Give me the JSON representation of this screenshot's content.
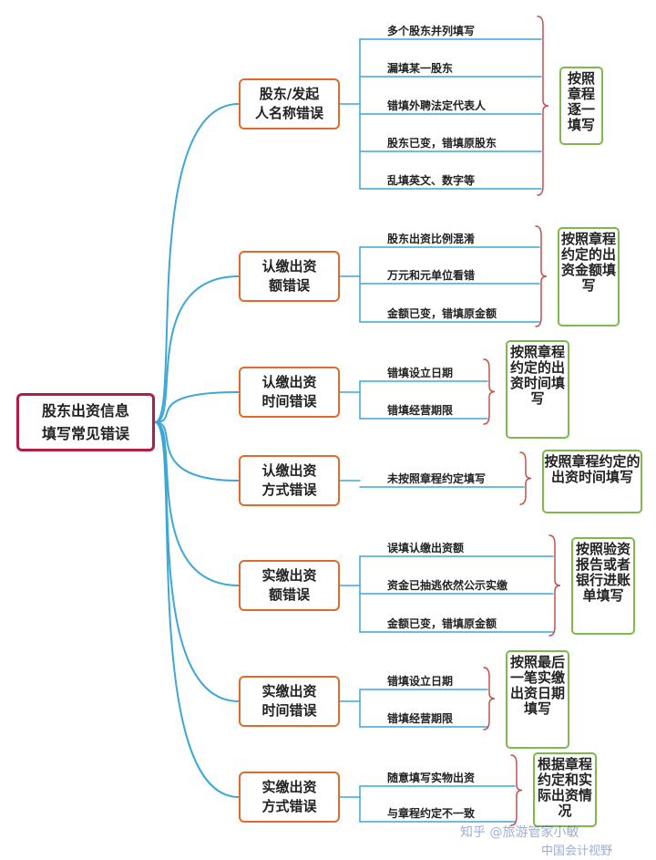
{
  "root": {
    "title_line1": "股东出资信息",
    "title_line2": "填写常见错误"
  },
  "categories": [
    {
      "line1": "股东/发起",
      "line2": "人名称错误",
      "items": [
        "多个股东并列填写",
        "漏填某一股东",
        "错填外聘法定代表人",
        "股东已变，错填原股东",
        "乱填英文、数字等"
      ],
      "note": "按照章程逐一填写"
    },
    {
      "line1": "认缴出资",
      "line2": "额错误",
      "items": [
        "股东出资比例混淆",
        "万元和元单位看错",
        "金额已变，错填原金额"
      ],
      "note": "按照章程约定的出资金额填写"
    },
    {
      "line1": "认缴出资",
      "line2": "时间错误",
      "items": [
        "错填设立日期",
        "错填经营期限"
      ],
      "note": "按照章程约定的出资时间填写"
    },
    {
      "line1": "认缴出资",
      "line2": "方式错误",
      "items": [
        "未按照章程约定填写"
      ],
      "note": "按照章程约定的出资时间填写"
    },
    {
      "line1": "实缴出资",
      "line2": "额错误",
      "items": [
        "误填认缴出资额",
        "资金已抽逃依然公示实缴",
        "金额已变，错填原金额"
      ],
      "note": "按照验资报告或者银行进账单填写"
    },
    {
      "line1": "实缴出资",
      "line2": "时间错误",
      "items": [
        "错填设立日期",
        "错填经营期限"
      ],
      "note": "按照最后一笔实缴出资日期填写"
    },
    {
      "line1": "实缴出资",
      "line2": "方式错误",
      "items": [
        "随意填写实物出资",
        "与章程约定不一致"
      ],
      "note": "根据章程约定和实际出资情况"
    }
  ],
  "watermark": {
    "text1": "知乎 @旅游管家小敏",
    "text2": "中国会计视野"
  },
  "colors": {
    "root_border": "#b01e44",
    "category_border": "#e06a2c",
    "note_border": "#7cba4a",
    "branch": "#3da7d6",
    "bracket": "#c0504d"
  }
}
